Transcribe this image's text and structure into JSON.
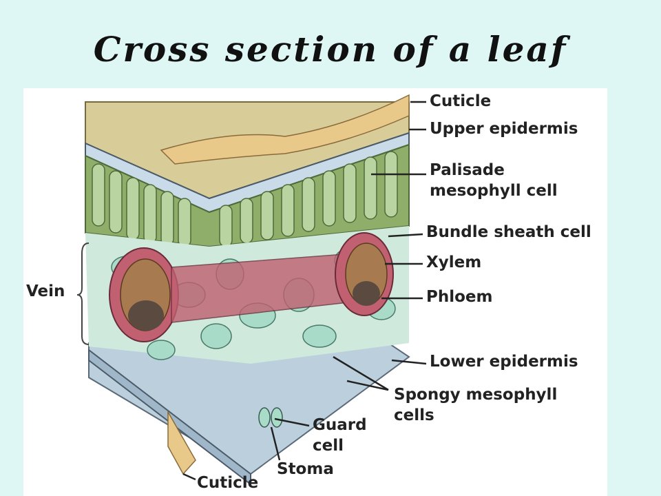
{
  "title": "Cross section of a leaf",
  "labels": {
    "cuticle_top": "Cuticle",
    "upper_epidermis": "Upper epidermis",
    "palisade_line1": "Palisade",
    "palisade_line2": "mesophyll cell",
    "bundle_sheath": "Bundle sheath cell",
    "xylem": "Xylem",
    "phloem": "Phloem",
    "vein": "Vein",
    "lower_epidermis": "Lower epidermis",
    "spongy_line1": "Spongy mesophyll",
    "spongy_line2": "cells",
    "guard_line1": "Guard",
    "guard_line2": "cell",
    "stoma": "Stoma",
    "cuticle_bottom": "Cuticle"
  },
  "colors": {
    "background": "#dff7f4",
    "cuticle": "#e8c98a",
    "epidermis": "#c9dbe8",
    "palisade": "#8fae6a",
    "spongy": "#a9dcc8",
    "xylem": "#8a5a3a",
    "phloem": "#5a4a40",
    "bundle_sheath": "#c06070"
  }
}
